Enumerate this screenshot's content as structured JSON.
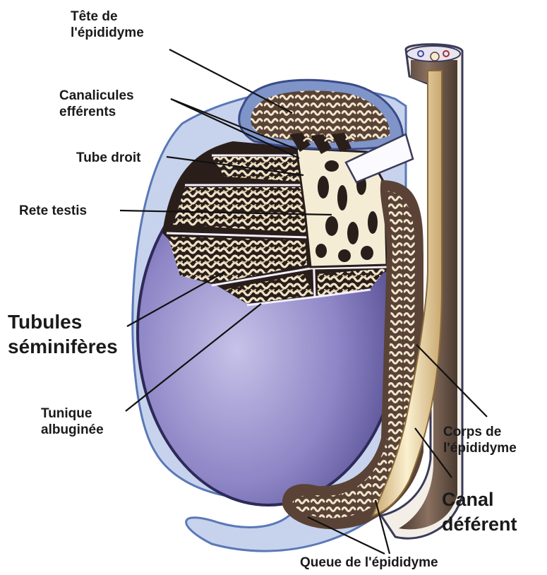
{
  "labels": {
    "tete": [
      "Tête de",
      "l'épididyme"
    ],
    "canalicules": [
      "Canalicules",
      "efférents"
    ],
    "tube_droit": "Tube droit",
    "rete": "Rete testis",
    "tubules": [
      "Tubules",
      "séminifères"
    ],
    "tunique": [
      "Tunique",
      "albuginée"
    ],
    "corps": [
      "Corps de",
      "l'épididyme"
    ],
    "canal": [
      "Canal",
      "déférent"
    ],
    "queue": "Queue de l'épididyme"
  },
  "colors": {
    "testis_fill": "#8e86c6",
    "testis_highlight": "#c6c2e8",
    "tunica_outline": "#2e2a5a",
    "tubule_cream": "#efe3c8",
    "tubule_dark": "#2a1e1a",
    "duct_tan": "#e8cf98",
    "envelope_blue": "#5a78b8"
  }
}
